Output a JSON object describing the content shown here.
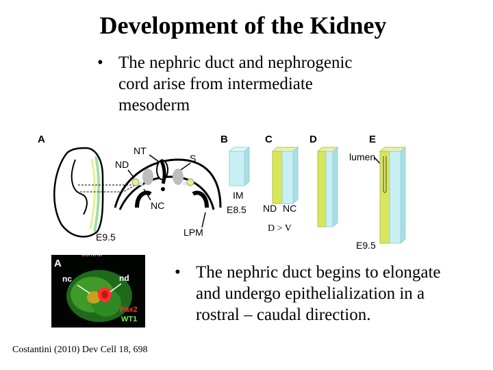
{
  "slide": {
    "title": "Development of the Kidney",
    "bullet1": "The nephric duct and nephrogenic cord arise from intermediate mesoderm",
    "bullet2": "The nephric duct begins to elongate and undergo epithelialization in a rostral – caudal direction.",
    "bullet_marker": "•",
    "citation": "Costantini (2010) Dev Cell 18, 698"
  },
  "diagram": {
    "panel_a": "A",
    "nt": "NT",
    "s": "S",
    "nd": "ND",
    "nc": "NC",
    "lpm": "LPM",
    "stage_a": "E9.5",
    "panel_b": "B",
    "panel_c": "C",
    "panel_d": "D",
    "panel_e": "E",
    "im": "IM",
    "stage_b": "E8.5",
    "nd_label": "ND",
    "nc_label": "NC",
    "lumen": "lumen",
    "stage_e": "E9.5",
    "orientation": "D > V"
  },
  "micrograph": {
    "panel": "A",
    "control": "control",
    "nc": "nc",
    "nd": "nd",
    "marker1": "Pax2",
    "marker2": "WT1"
  },
  "colors": {
    "cyan": "#c8f0f4",
    "yellow_green": "#d8e65a",
    "green_band": "#9fe0a0",
    "pax2": "#ff3030",
    "wt1": "#66ff44"
  }
}
